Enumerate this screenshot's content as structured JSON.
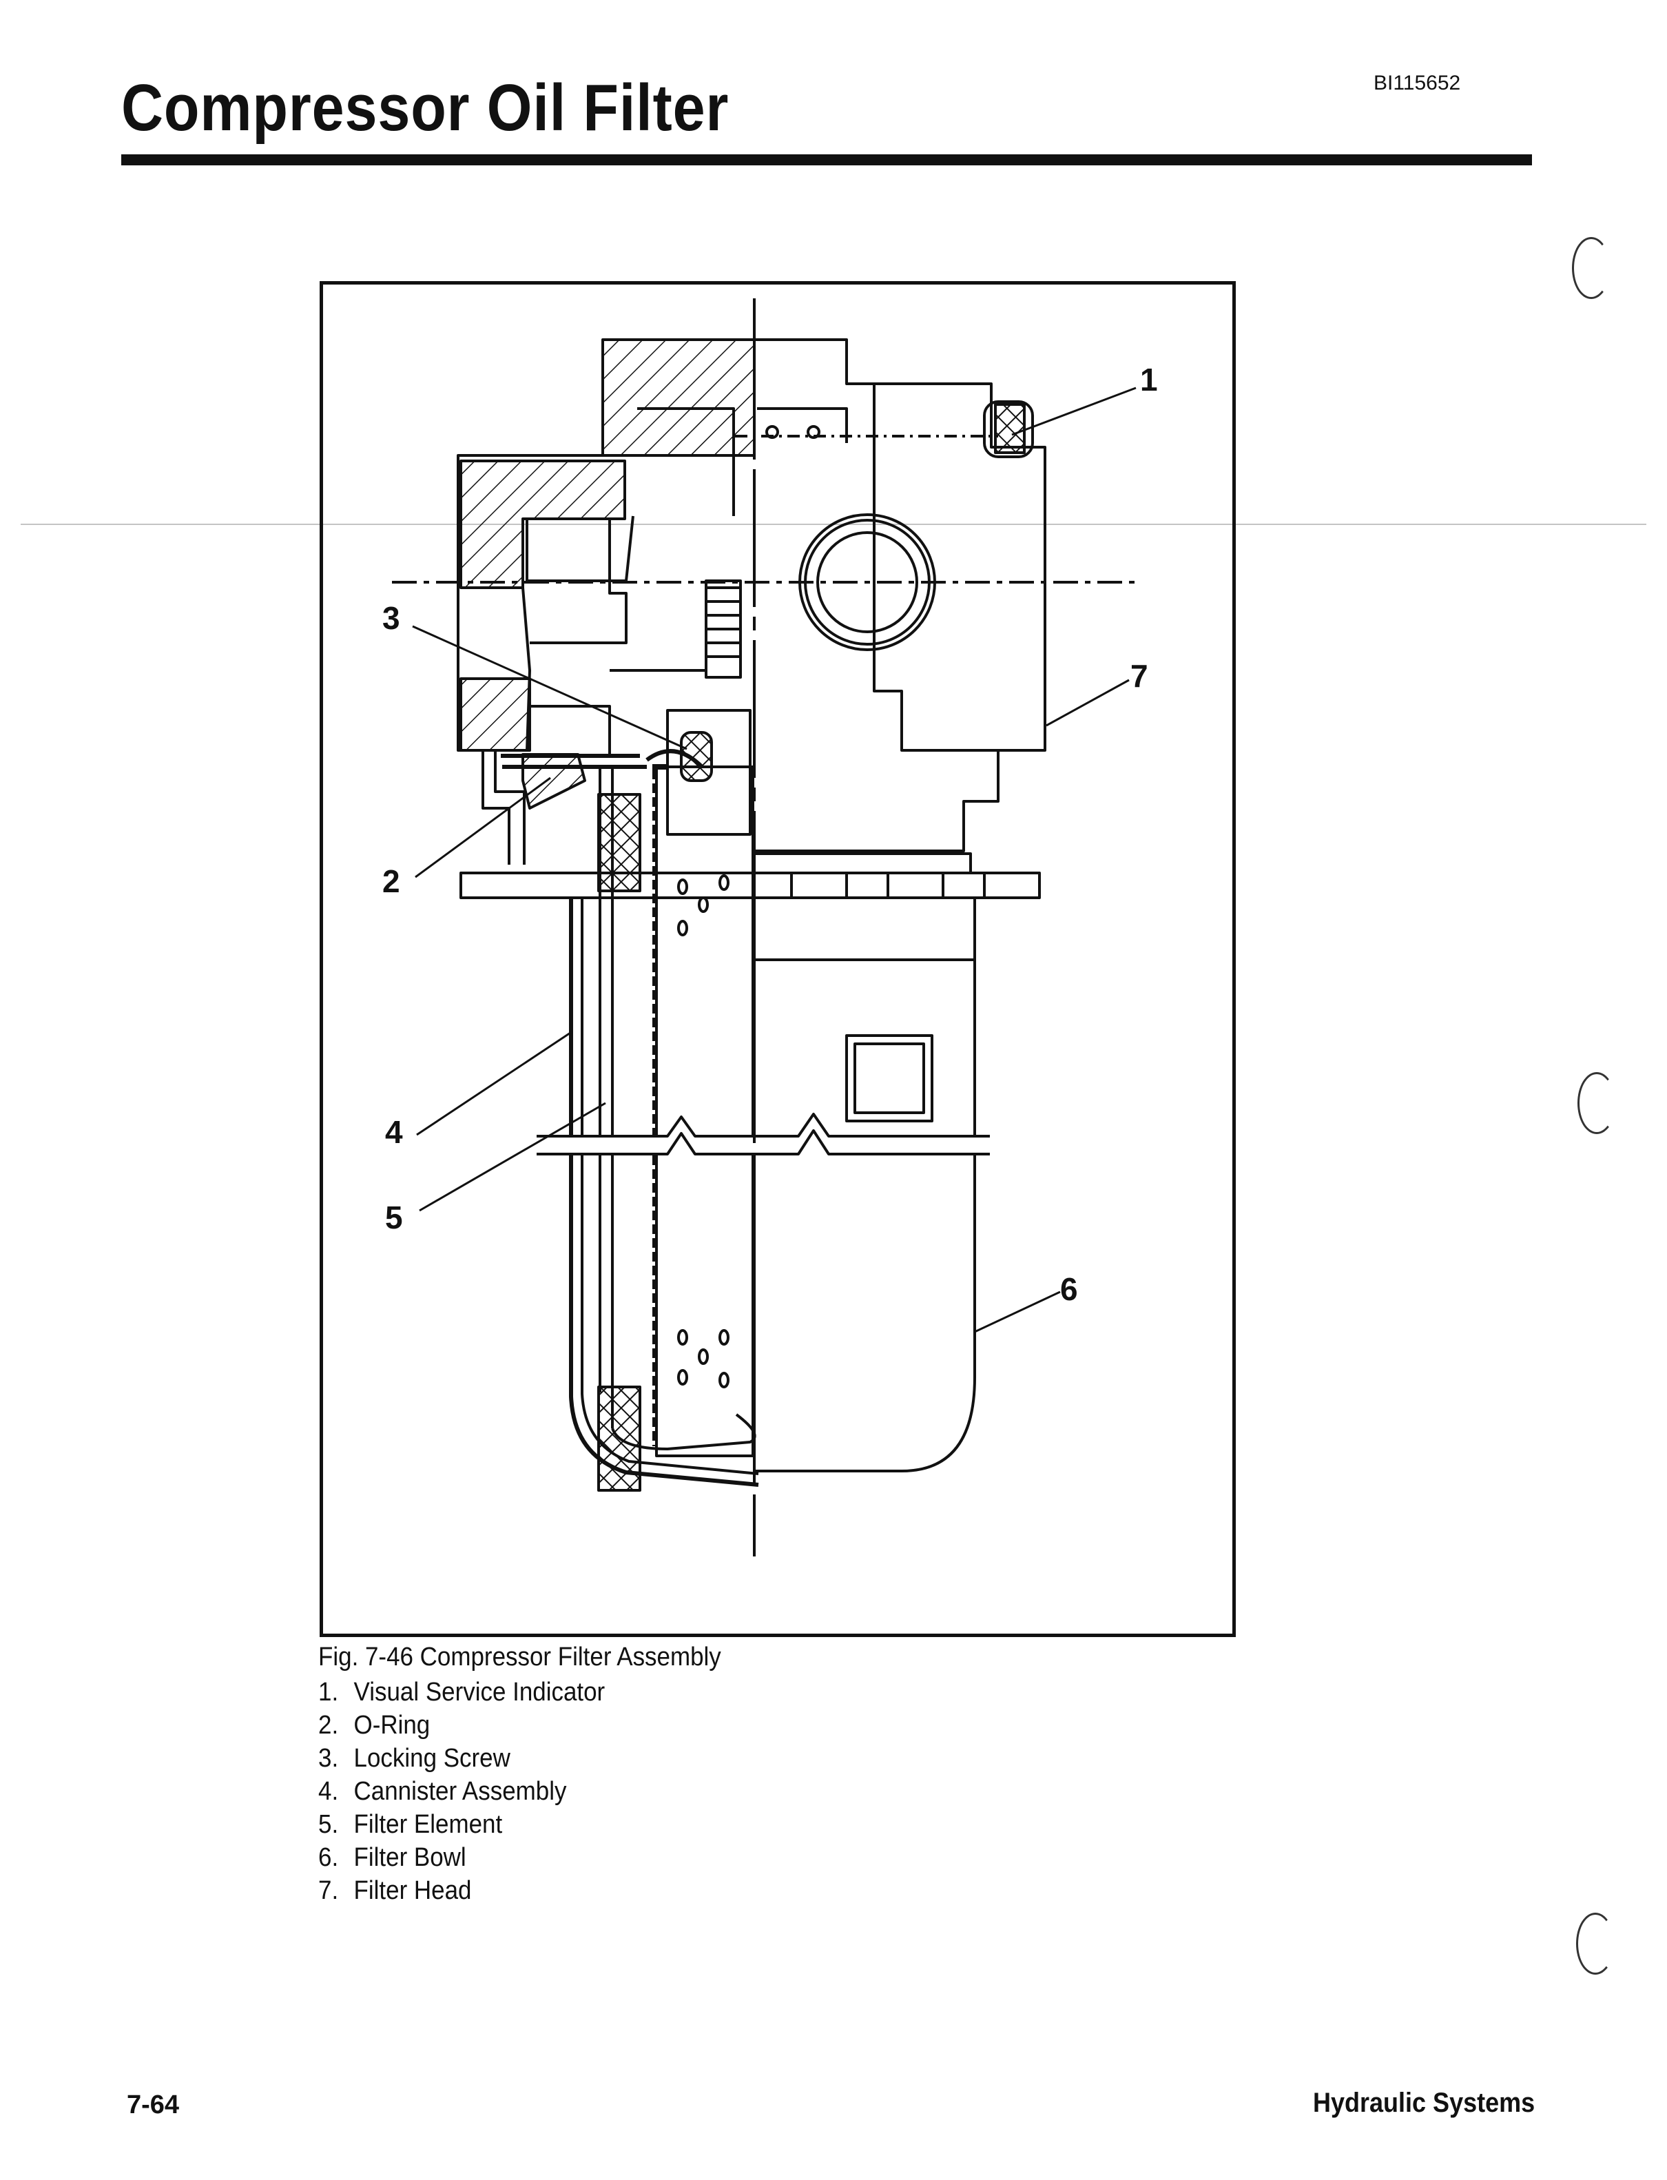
{
  "header": {
    "title": "Compressor Oil Filter",
    "doc_code": "BI115652"
  },
  "figure": {
    "callouts": [
      "1",
      "2",
      "3",
      "4",
      "5",
      "6",
      "7"
    ],
    "caption": "Fig. 7-46  Compressor Filter Assembly",
    "legend": [
      {
        "num": "1.",
        "label": "Visual Service Indicator"
      },
      {
        "num": "2.",
        "label": "O-Ring"
      },
      {
        "num": "3.",
        "label": "Locking Screw"
      },
      {
        "num": "4.",
        "label": "Cannister Assembly"
      },
      {
        "num": "5.",
        "label": "Filter Element"
      },
      {
        "num": "6.",
        "label": "Filter Bowl"
      },
      {
        "num": "7.",
        "label": "Filter Head"
      }
    ]
  },
  "footer": {
    "page_number": "7-64",
    "section": "Hydraulic Systems"
  }
}
